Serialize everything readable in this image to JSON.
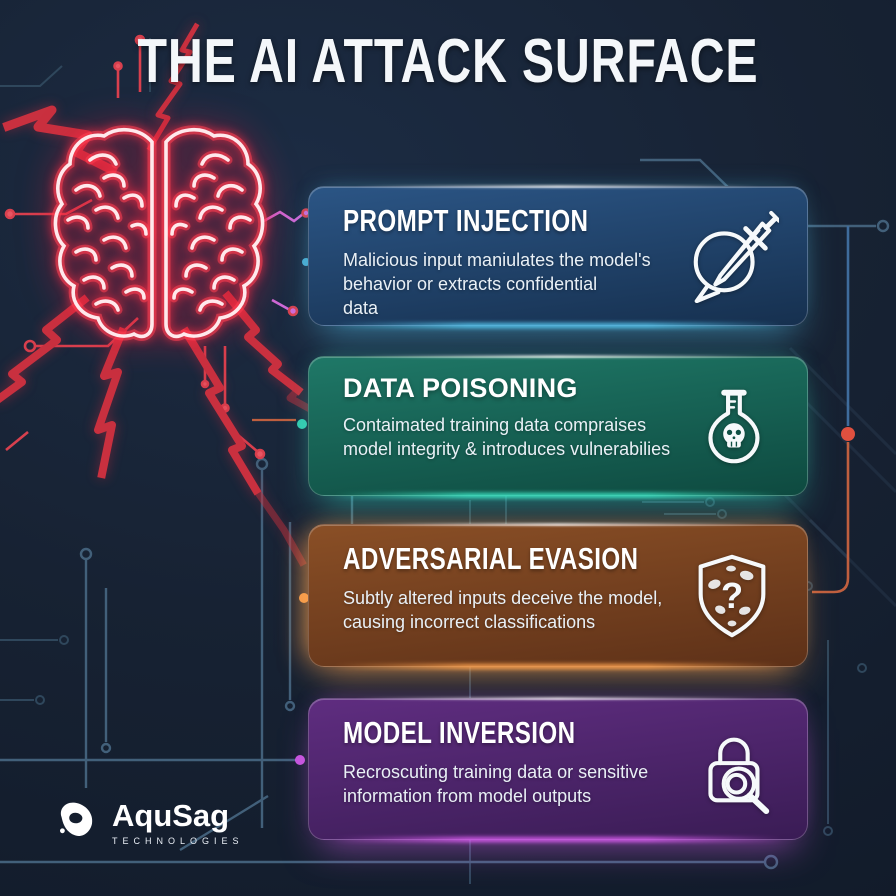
{
  "title": "THE AI ATTACK SURFACE",
  "cards": [
    {
      "id": "prompt-injection",
      "title": "PROMPT INJECTION",
      "description": "Malicious input maniulates the model's\nbehavior or extracts confidential\ndata",
      "icon": "dagger-speech-bubble-icon",
      "colors": {
        "accent": "#56c8f0",
        "bg_from": "#2b5585",
        "bg_to": "#16304f",
        "left_glow": false
      }
    },
    {
      "id": "data-poisoning",
      "title": "DATA POISONING",
      "description": "Contaimated training data compraises\nmodel integrity & introduces vulnerabilies",
      "icon": "poison-flask-skull-icon",
      "colors": {
        "accent": "#3ce8c6",
        "bg_from": "#1f7867",
        "bg_to": "#0e4a40",
        "left_glow": false
      }
    },
    {
      "id": "adversarial-evasion",
      "title": "ADVERSARIAL EVASION",
      "description": "Subtly altered inputs deceive the model,\ncausing incorrect classifications",
      "icon": "camo-shield-question-icon",
      "colors": {
        "accent": "#ffa34f",
        "bg_from": "#8a4f26",
        "bg_to": "#5e3118",
        "left_glow": true
      }
    },
    {
      "id": "model-inversion",
      "title": "MODEL INVERSION",
      "description": "Recroscuting training data or sensitive\ninformation from model outputs",
      "icon": "lock-magnifier-icon",
      "colors": {
        "accent": "#d95df0",
        "bg_from": "#5f2d80",
        "bg_to": "#3a1c55",
        "left_glow": false
      }
    }
  ],
  "logo": {
    "name": "AquSag",
    "subtitle": "TECHNOLOGIES"
  },
  "colors": {
    "background": "#172233",
    "brain_neon": "#ff4153",
    "lightning": "#c9303f",
    "circuit_subtle": "#2f475c",
    "title_text": "#f4f7fa"
  }
}
